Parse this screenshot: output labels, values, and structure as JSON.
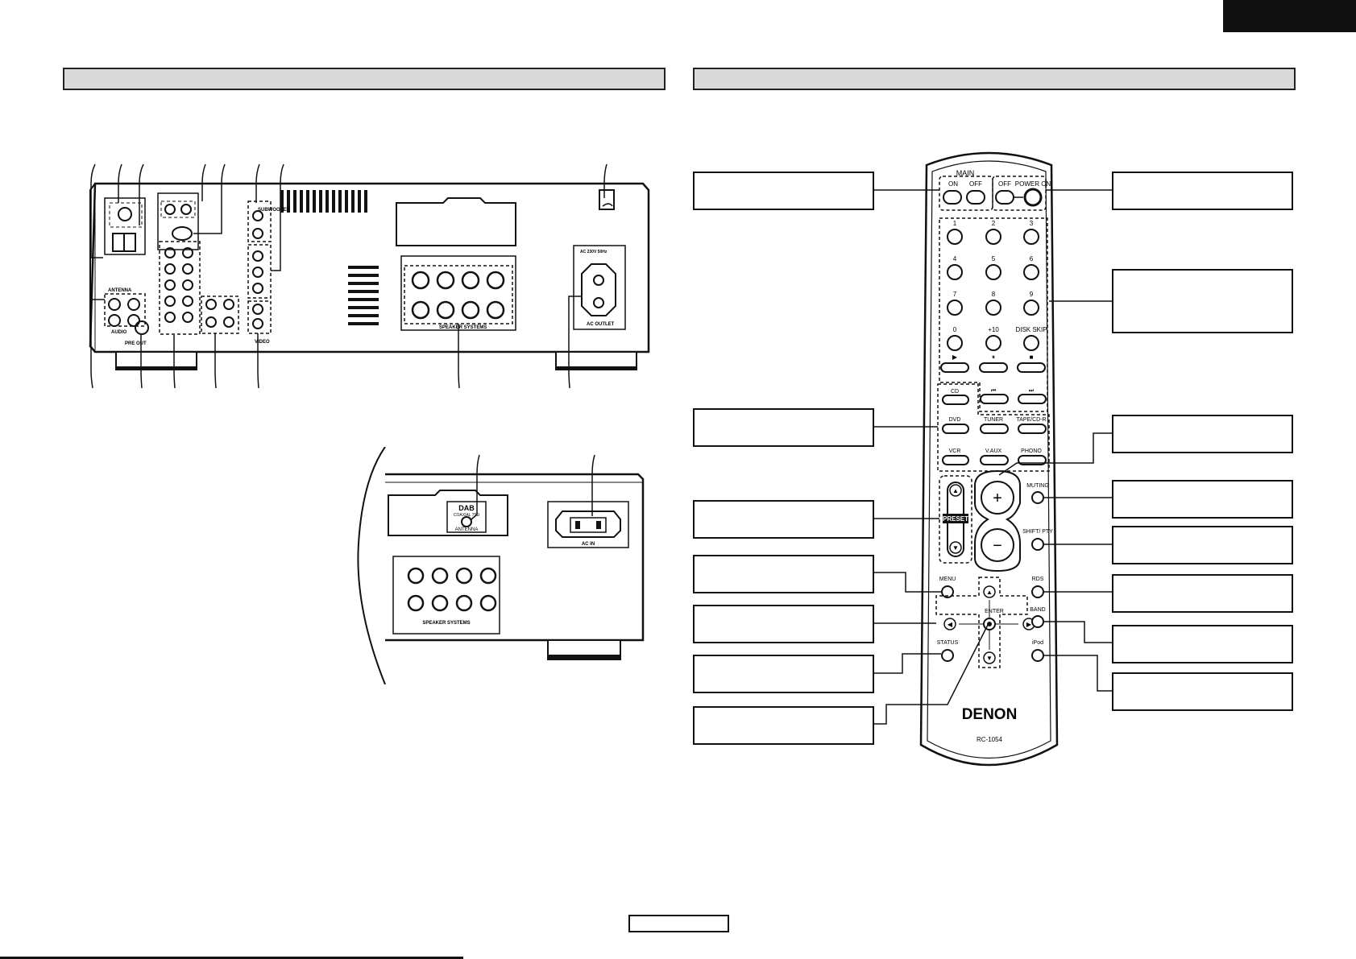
{
  "remote": {
    "main_label": "MAIN",
    "on": "ON",
    "off": "OFF",
    "off2": "OFF",
    "power_on": "POWER ON",
    "digits": [
      "1",
      "2",
      "3",
      "4",
      "5",
      "6",
      "7",
      "8",
      "9",
      "0",
      "+10"
    ],
    "disk_skip": "DISK SKIP",
    "play_icon": "play-icon",
    "pause_icon": "pause-icon",
    "stop_icon": "stop-icon",
    "cd": "CD",
    "prev_icon": "skip-back-icon",
    "next_icon": "skip-forward-icon",
    "dvd": "DVD",
    "tuner": "TUNER",
    "tape": "TAPE/CD-R",
    "vcr": "VCR",
    "vaux": "V.AUX",
    "phono": "PHONO",
    "preset": "PRESET",
    "muting": "MUTING",
    "shift": "SHIFT/ PTY",
    "menu": "MENU",
    "rds": "RDS",
    "enter": "ENTER",
    "band": "BAND",
    "status": "STATUS",
    "ipod": "iPod",
    "brand": "DENON",
    "model": "RC-1054"
  },
  "rear_panel": {
    "antenna": "ANTENNA",
    "audio": "AUDIO",
    "pre_out": "PRE OUT",
    "subwoofer": "SUBWOOFER",
    "video": "VIDEO",
    "speaker_systems": "SPEAKER SYSTEMS",
    "ac_outlet": "AC OUTLET",
    "ac_rating": "AC 230V 50Hz",
    "dab": "DAB",
    "dab_sub": "COAXIAL 75Ω",
    "antenna2": "ANTENNA",
    "ac_in": "AC IN"
  }
}
